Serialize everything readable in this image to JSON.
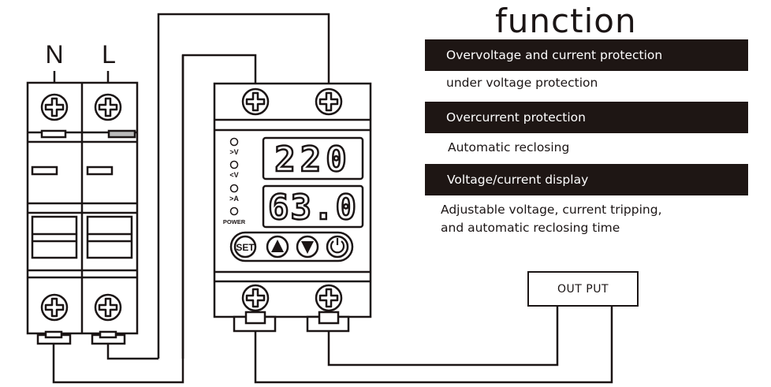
{
  "diagram": {
    "title": "function",
    "breaker_labels": {
      "neutral": "N",
      "live": "L"
    },
    "device": {
      "indicators": [
        ">V",
        "<V",
        ">A",
        "POWER"
      ],
      "display_voltage": "220",
      "display_current": "63.0",
      "buttons": [
        "SET",
        "up",
        "down",
        "power"
      ],
      "set_label": "SET"
    },
    "output_label": "OUT PUT",
    "features": [
      {
        "text": "Overvoltage and current protection",
        "highlighted": true
      },
      {
        "text": "under voltage protection",
        "highlighted": false
      },
      {
        "text": "Overcurrent protection",
        "highlighted": true
      },
      {
        "text": "Automatic reclosing",
        "highlighted": false
      },
      {
        "text": "Voltage/current display",
        "highlighted": true
      },
      {
        "text": "Adjustable voltage, current tripping,",
        "highlighted": false
      },
      {
        "text": "and automatic reclosing time",
        "highlighted": false
      }
    ],
    "colors": {
      "ink": "#1b1515",
      "bar": "#1e1614",
      "background": "#ffffff"
    }
  }
}
